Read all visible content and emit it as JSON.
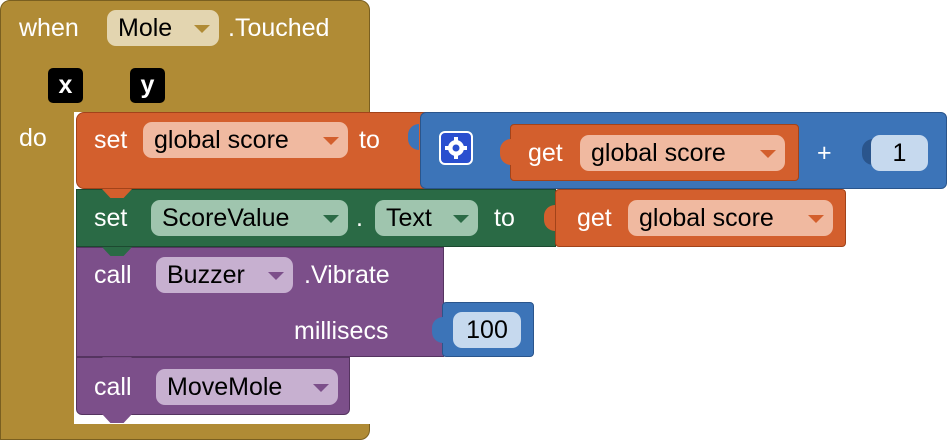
{
  "event": {
    "when_label": "when",
    "component": "Mole",
    "event_name": ".Touched",
    "params": [
      "x",
      "y"
    ],
    "do_label": "do"
  },
  "set_score": {
    "set_label": "set",
    "variable": "global score",
    "to_label": "to",
    "get_label": "get",
    "get_variable": "global score",
    "operator": "+",
    "addend": "1"
  },
  "set_text": {
    "set_label": "set",
    "component": "ScoreValue",
    "dot": ".",
    "property": "Text",
    "to_label": "to",
    "get_label": "get",
    "get_variable": "global score"
  },
  "vibrate": {
    "call_label": "call",
    "component": "Buzzer",
    "method": ".Vibrate",
    "arg_label": "millisecs",
    "arg_value": "100"
  },
  "move": {
    "call_label": "call",
    "procedure": "MoveMole"
  },
  "colors": {
    "event": "#b08b35",
    "variable": "#d35f2d",
    "math": "#3c74b8",
    "property": "#2a6a45",
    "procedure": "#7c4f8a"
  },
  "icons": {
    "mutator": "gear-icon",
    "dropdown": "chevron-down-icon"
  }
}
